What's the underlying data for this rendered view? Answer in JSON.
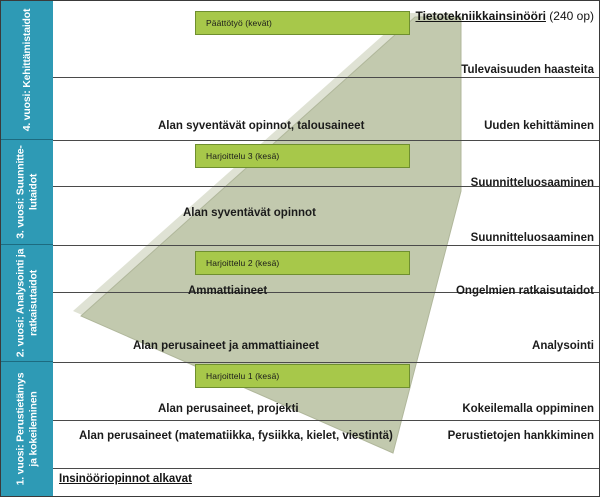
{
  "diagram": {
    "title_strong": "Tietotekniikkainsinööri",
    "title_light": " (240 op)",
    "bottom_note": "Insinööriopinnot alkavat",
    "colors": {
      "sidebar": "#2e9ab5",
      "funnel": "#c2c9ae",
      "internship": "#a7c84a",
      "rule": "#4a4a4a"
    }
  },
  "years": [
    {
      "id": "year-4",
      "label": "4. vuosi: Kehittämistaidot"
    },
    {
      "id": "year-3",
      "label": "3. vuosi: Suunnitte-lutaidot"
    },
    {
      "id": "year-2",
      "label": "2. vuosi: Analysointi ja ratkaisutaidot"
    },
    {
      "id": "year-1",
      "label": "1. vuosi: Perustietämys ja kokeileminen"
    }
  ],
  "courses": [
    {
      "id": "course-1",
      "label": "Alan syventävät opinnot, talousaineet"
    },
    {
      "id": "course-2",
      "label": "Alan syventävät opinnot"
    },
    {
      "id": "course-3",
      "label": "Ammattiaineet"
    },
    {
      "id": "course-4",
      "label": "Alan perusaineet ja ammattiaineet"
    },
    {
      "id": "course-5",
      "label": "Alan perusaineet, projekti"
    },
    {
      "id": "course-6",
      "label": "Alan perusaineet (matematiikka, fysiikka, kielet, viestintä)"
    }
  ],
  "skills": [
    {
      "id": "skill-1",
      "label": "Tulevaisuuden haasteita"
    },
    {
      "id": "skill-2",
      "label": "Uuden kehittäminen"
    },
    {
      "id": "skill-3",
      "label": "Suunnitteluosaaminen"
    },
    {
      "id": "skill-4",
      "label": "Suunnitteluosaaminen"
    },
    {
      "id": "skill-5",
      "label": "Ongelmien ratkaisutaidot"
    },
    {
      "id": "skill-6",
      "label": "Analysointi"
    },
    {
      "id": "skill-7",
      "label": "Kokeilemalla oppiminen"
    },
    {
      "id": "skill-8",
      "label": "Perustietojen hankkiminen"
    }
  ],
  "internships": [
    {
      "id": "thesis",
      "label": "Päättötyö (kevät)"
    },
    {
      "id": "internship-3",
      "label": "Harjoittelu 3 (kesä)"
    },
    {
      "id": "internship-2",
      "label": "Harjoittelu 2 (kesä)"
    },
    {
      "id": "internship-1",
      "label": "Harjoittelu 1 (kesä)"
    }
  ]
}
